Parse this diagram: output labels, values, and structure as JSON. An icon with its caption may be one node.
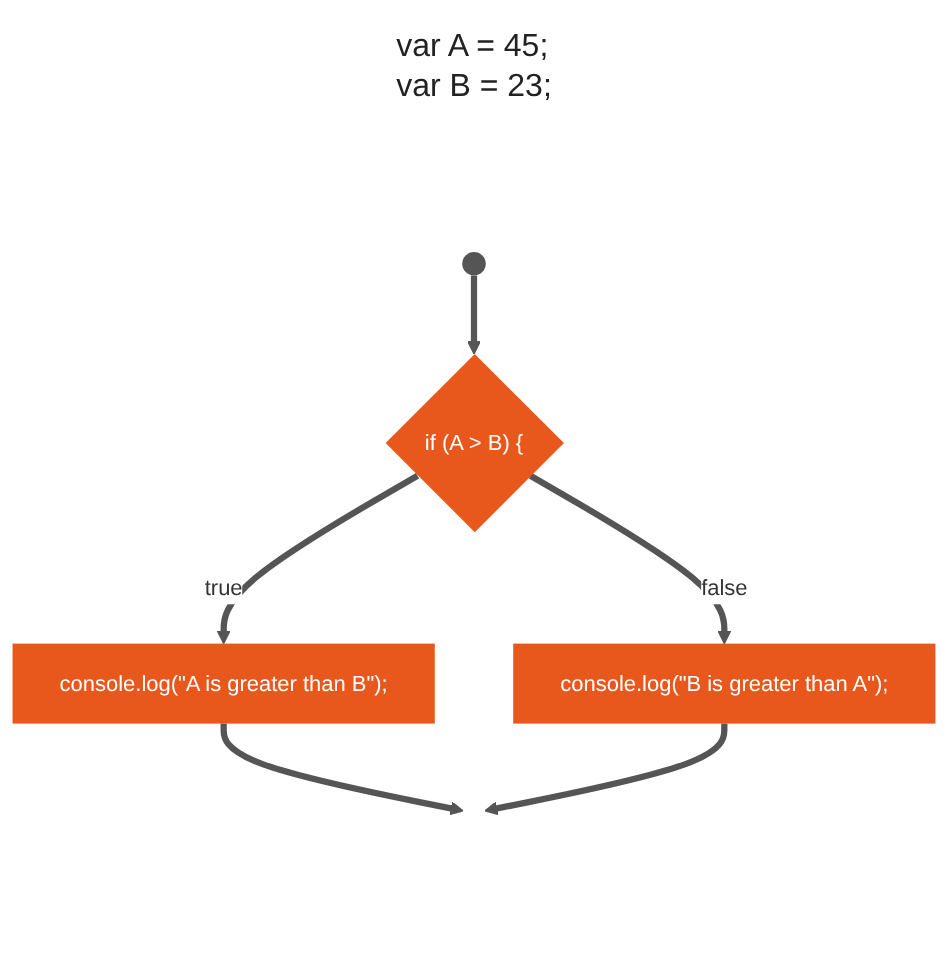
{
  "diagram": {
    "nodes": [
      {
        "text": [],
        "shape": "circle"
      },
      {
        "text": [
          "if (A > B) {"
        ]
      },
      {
        "text": [
          "console.log(\"A is greater than B\");"
        ]
      },
      {
        "text": [
          "console.log(\"B is greater than A\");"
        ]
      }
    ],
    "edges": [
      {
        "from": 0,
        "to": 1,
        "arrow": "to"
      },
      {
        "from": 1,
        "to": 2,
        "arrow": "to",
        "label": "true"
      },
      {
        "from": 1,
        "to": 3,
        "arrow": "to",
        "label": "false"
      },
      {
        "from": 2,
        "to": null,
        "arrow": "to"
      },
      {
        "from": 3,
        "to": null,
        "arrow": "to"
      }
    ],
    "labels": [
      "var A = 45;",
      "var B = 23;"
    ]
  }
}
